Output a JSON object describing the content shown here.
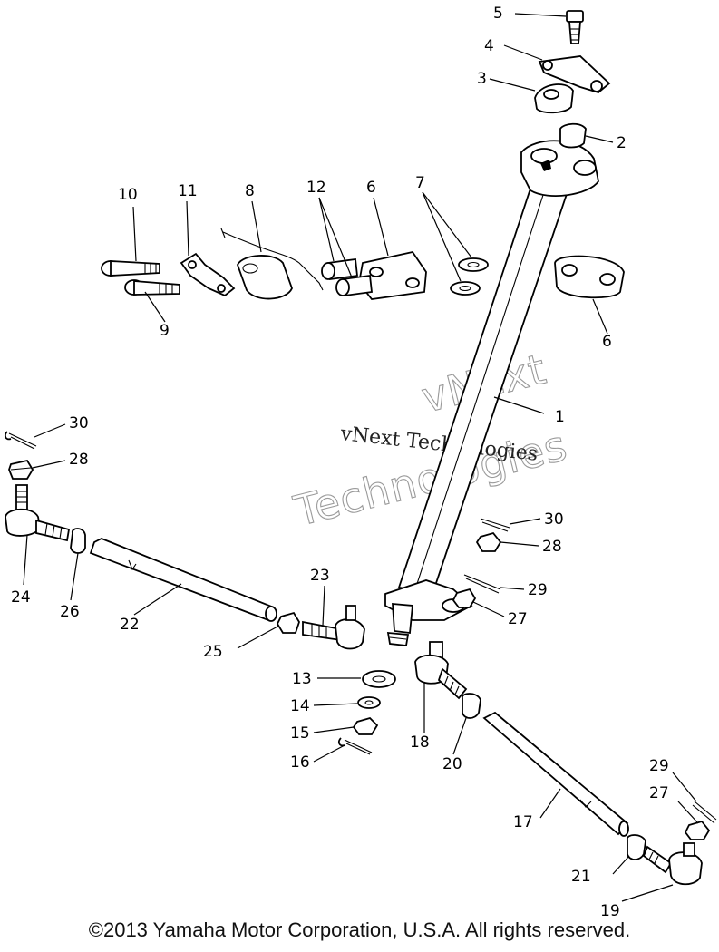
{
  "callouts": {
    "c1": "1",
    "c2": "2",
    "c3": "3",
    "c4": "4",
    "c5": "5",
    "c6a": "6",
    "c6b": "6",
    "c7": "7",
    "c8": "8",
    "c9": "9",
    "c10": "10",
    "c11": "11",
    "c12": "12",
    "c13": "13",
    "c14": "14",
    "c15": "15",
    "c16": "16",
    "c17": "17",
    "c18": "18",
    "c19": "19",
    "c20": "20",
    "c21": "21",
    "c22": "22",
    "c23": "23",
    "c24": "24",
    "c25": "25",
    "c26": "26",
    "c27a": "27",
    "c27b": "27",
    "c28a": "28",
    "c28b": "28",
    "c29a": "29",
    "c29b": "29",
    "c30a": "30",
    "c30b": "30"
  },
  "watermark": {
    "line1": "vNext",
    "line2": "Technologies",
    "overlay": "vNext Technologies"
  },
  "copyright": "©2013 Yamaha Motor Corporation, U.S.A. All rights reserved."
}
